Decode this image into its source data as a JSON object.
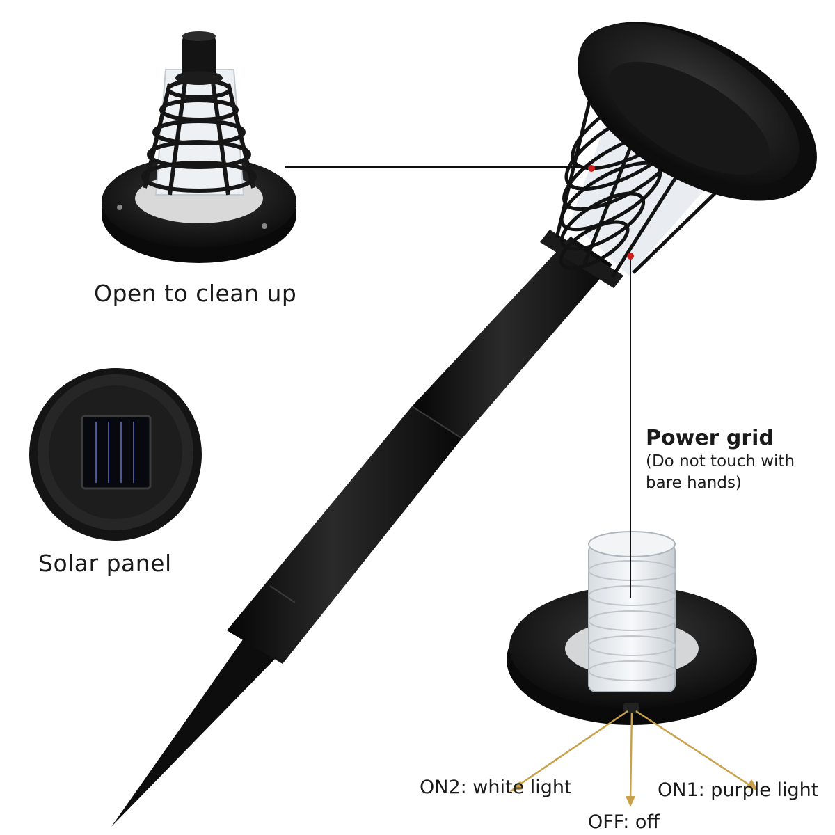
{
  "captions": {
    "open_to_clean": "Open to clean up",
    "solar_panel": "Solar panel",
    "power_grid": "Power grid",
    "power_grid_warning_line1": "(Do not touch with",
    "power_grid_warning_line2": "bare hands)"
  },
  "switch_modes": {
    "on2": "ON2: white light",
    "on1": "ON1: purple light",
    "off": "OFF: off"
  },
  "colors": {
    "background": "#ffffff",
    "product_black": "#121212",
    "pointer_line": "#111111",
    "arrow_gold": "#c9a14a",
    "marker_red": "#cc1f1f"
  }
}
